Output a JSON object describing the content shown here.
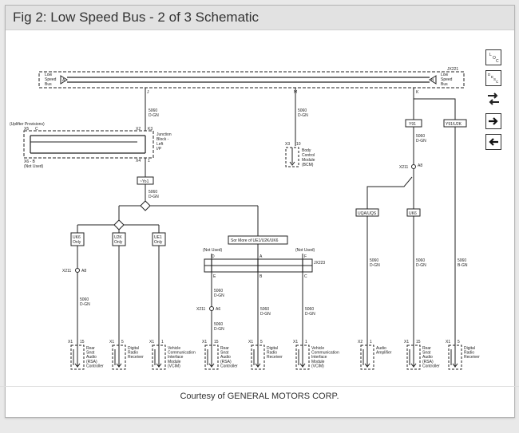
{
  "title": "Fig 2: Low Speed Bus - 2 of 3 Schematic",
  "caption": "Courtesy of GENERAL MOTORS CORP.",
  "tools": {
    "loc_label": "LOC",
    "desc_label": "DESC",
    "swap_icon": "swap-arrows-icon",
    "next_icon": "arrow-right-icon",
    "prev_icon": "arrow-left-icon"
  },
  "bus": {
    "left_label": [
      "Low",
      "Speed",
      "Bus"
    ],
    "left_pin": "A",
    "right_label": [
      "Low",
      "Speed",
      "Bus"
    ],
    "right_pin": "B",
    "connector": "JX221",
    "pins": [
      "J",
      "M",
      "K"
    ]
  },
  "junction_block": {
    "left_note": "(Uplifter Provisions)",
    "left_conn": "X5",
    "left_pin": "C",
    "bottom_left": "X6 - B",
    "bottom_left_note": "(Not Used)",
    "conn_top": "X2",
    "pin_top": "K3",
    "conn_bottom": "X4",
    "pin_bottom": "1",
    "name": [
      "Junction",
      "Block -",
      "Left",
      "I/P"
    ],
    "wire_top": [
      "5060",
      "D-GN"
    ],
    "option": "~Yo1",
    "wire_bottom": [
      "5060",
      "D-GN"
    ]
  },
  "bcm": {
    "wire": [
      "5060",
      "D-GN"
    ],
    "conn": "X3",
    "pin": "10",
    "name": [
      "Body",
      "Control",
      "Module",
      "(BCM)"
    ]
  },
  "right_branch": {
    "opt_y91": "Y91",
    "opt_y91u2k": "Y91/U2K",
    "wire_main": [
      "5060",
      "D-GN"
    ],
    "splice": "X211",
    "splice_pin": "A8",
    "opt_left": "UQA/UQS",
    "opt_mid": "UK6",
    "wire_a": [
      "5060",
      "D-GN"
    ],
    "wire_b": [
      "5060",
      "D-GN"
    ],
    "wire_c": [
      "5060",
      "B-GN"
    ]
  },
  "left_branch": {
    "opt1": [
      "UK6",
      "Only"
    ],
    "opt2": [
      "U2K",
      "Only"
    ],
    "opt3": [
      "UE1",
      "Only"
    ],
    "splice": "X211",
    "splice_pin": "A8",
    "wire": [
      "5060",
      "D-GN"
    ],
    "group_opt": "Sor More of UE1/U2K/UK6"
  },
  "connector_x223": {
    "name": "JX223",
    "not_used_left": "(Not Used)",
    "not_used_right": "(Not Used)",
    "top_pins": [
      "D",
      "A",
      "F"
    ],
    "bottom_pins": [
      "E",
      "B",
      "C"
    ],
    "wire1": [
      "5060",
      "D-GN"
    ],
    "splice": "X211",
    "splice_pin": "A6",
    "wire2": [
      "5060",
      "D-GN"
    ],
    "wire3": [
      "5060",
      "D-GN"
    ],
    "wire4": [
      "5060",
      "D-GN"
    ]
  },
  "modules": [
    {
      "conn": "X1",
      "pin": "15",
      "name": [
        "Rear",
        "Seat",
        "Audio",
        "(RSA)",
        "Controller"
      ]
    },
    {
      "conn": "X1",
      "pin": "5",
      "name": [
        "Digital",
        "Radio",
        "Receiver"
      ]
    },
    {
      "conn": "X1",
      "pin": "1",
      "name": [
        "Vehicle",
        "Communication",
        "Interface",
        "Module",
        "(VCIM)"
      ]
    },
    {
      "conn": "X1",
      "pin": "15",
      "name": [
        "Rear",
        "Seat",
        "Audio",
        "(RSA)",
        "Controller"
      ]
    },
    {
      "conn": "X1",
      "pin": "5",
      "name": [
        "Digital",
        "Radio",
        "Receiver"
      ]
    },
    {
      "conn": "X1",
      "pin": "1",
      "name": [
        "Vehicle",
        "Communication",
        "Interface",
        "Module",
        "(VCIM)"
      ]
    },
    {
      "conn": "X2",
      "pin": "1",
      "name": [
        "Audio",
        "Amplifier"
      ]
    },
    {
      "conn": "X1",
      "pin": "15",
      "name": [
        "Rear",
        "Seat",
        "Audio",
        "(RSA)",
        "Controller"
      ]
    },
    {
      "conn": "X1",
      "pin": "5",
      "name": [
        "Digital",
        "Radio",
        "Receiver"
      ]
    }
  ]
}
